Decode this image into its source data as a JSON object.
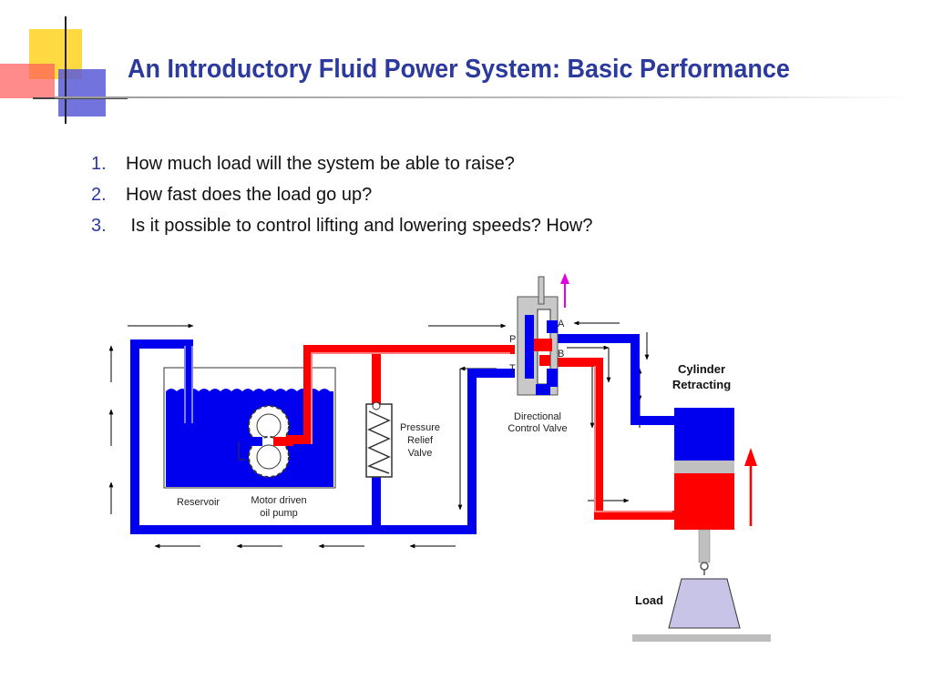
{
  "slide": {
    "title": "An Introductory Fluid Power System: Basic Performance",
    "questions": [
      {
        "num": "1.",
        "text": "How much load will the system be able to raise?"
      },
      {
        "num": "2.",
        "text": "How fast does the load go up?"
      },
      {
        "num": "3.",
        "text": " Is it possible to control lifting and lowering speeds? How?"
      }
    ]
  },
  "diagram": {
    "labels": {
      "reservoir": "Reservoir",
      "pump_line1": "Motor driven",
      "pump_line2": "oil pump",
      "relief_line1": "Pressure",
      "relief_line2": "Relief",
      "relief_line3": "Valve",
      "dcv_line1": "Directional",
      "dcv_line2": "Control Valve",
      "port_p": "P",
      "port_t": "T",
      "port_a": "A",
      "port_b": "B",
      "cyl_line1": "Cylinder",
      "cyl_line2": "Retracting",
      "load": "Load"
    },
    "colors": {
      "pressure_line": "#FF0000",
      "return_line": "#0000EE",
      "cylinder_rod": "#C0C0C0",
      "load_fill": "#C8C4E8",
      "valve_block": "#C8C8C8",
      "motion_arrow_valve": "#E000E0",
      "motion_arrow_cylinder": "#FF0000"
    }
  }
}
